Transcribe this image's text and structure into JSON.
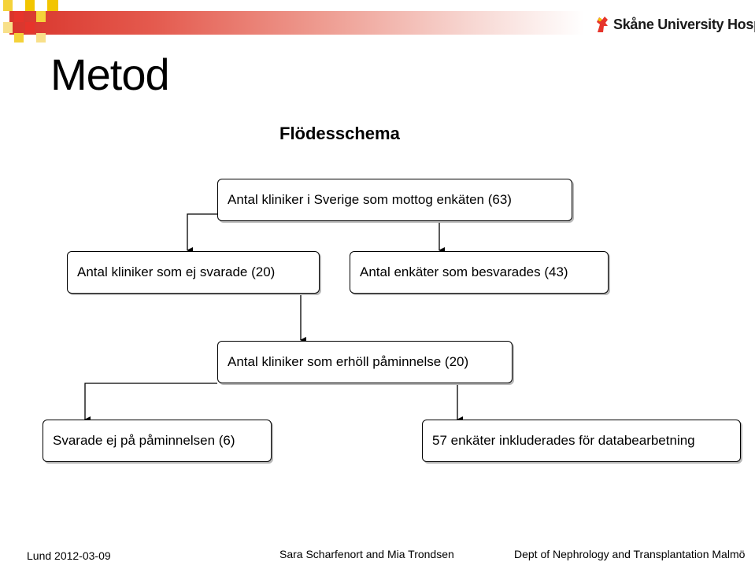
{
  "header": {
    "logo_text": "Skåne University Hospital",
    "logo_icon": "griffin-crest-icon",
    "band_color": "#d9342b",
    "square_colors": [
      "#f2c500",
      "#e6342b"
    ]
  },
  "slide": {
    "title": "Metod",
    "subtitle": "Flödesschema"
  },
  "flowchart": {
    "nodes": {
      "root": "Antal kliniker i Sverige som mottog enkäten (63)",
      "not_answered": "Antal kliniker som ej svarade (20)",
      "answered": "Antal enkäter som besvarades (43)",
      "reminder": "Antal kliniker som erhöll påminnelse (20)",
      "not_answered_reminder": "Svarade ej på påminnelsen (6)",
      "included": "57 enkäter inkluderades för databearbetning"
    }
  },
  "footer": {
    "left": "Lund 2012-03-09",
    "center": "Sara Scharfenort  and Mia Trondsen",
    "right": "Dept of Nephrology and Transplantation Malmö"
  }
}
